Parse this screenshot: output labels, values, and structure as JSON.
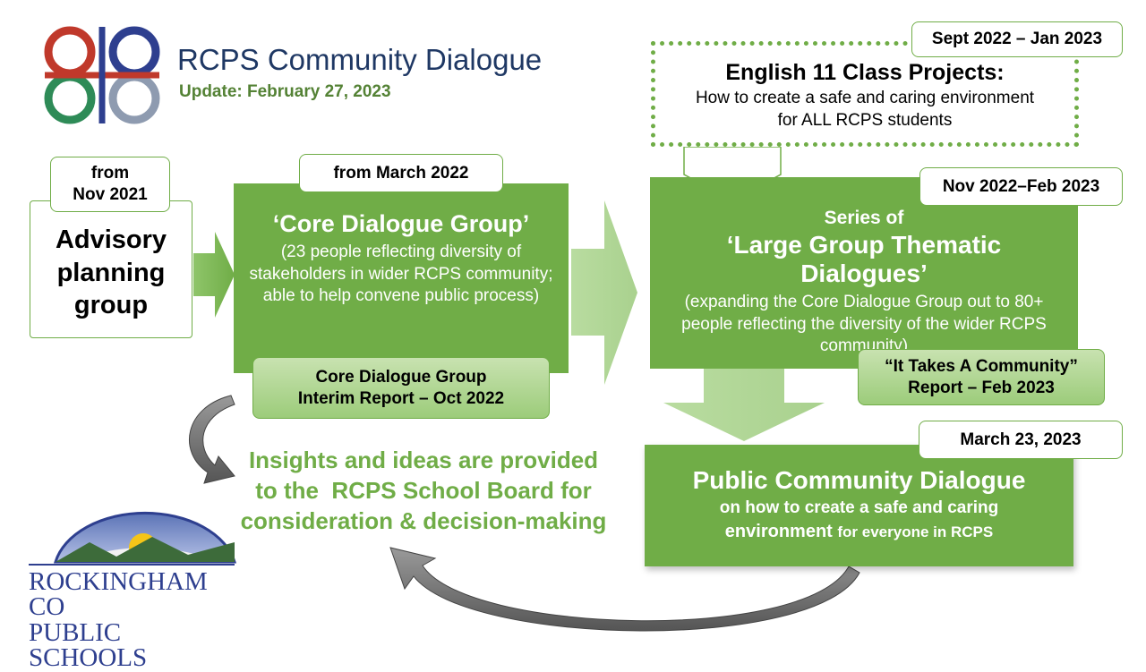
{
  "header": {
    "title": "RCPS Community Dialogue",
    "subtitle": "Update: February 27, 2023"
  },
  "advisory": {
    "tag_line1": "from",
    "tag_line2": "Nov 2021",
    "label_line1": "Advisory",
    "label_line2": "planning",
    "label_line3": "group"
  },
  "core": {
    "tag": "from March 2022",
    "heading": "‘Core Dialogue Group’",
    "body": "(23 people reflecting diversity of stakeholders in wider RCPS community; able to help convene public process)",
    "report_line1": "Core Dialogue Group",
    "report_line2": "Interim Report – Oct 2022"
  },
  "english": {
    "tag": "Sept 2022 – Jan 2023",
    "heading": "English 11 Class Projects:",
    "body_line1": "How to create a safe and caring environment",
    "body_line2": "for ALL RCPS students"
  },
  "large_group": {
    "tag": "Nov 2022–Feb 2023",
    "series": "Series of",
    "heading": "‘Large Group Thematic Dialogues’",
    "body": "(expanding the Core Dialogue Group out to 80+ people reflecting the diversity of the wider RCPS community)",
    "report_line1": "“It Takes A Community”",
    "report_line2": "Report – Feb 2023"
  },
  "public": {
    "tag": "March 23, 2023",
    "heading": "Public Community Dialogue",
    "body_line1": "on how to create a safe and caring",
    "body_line2a": "environment ",
    "body_line2b": "for everyone in RCPS"
  },
  "insights": {
    "line1": "Insights and ideas are provided",
    "line2": "to the  RCPS School Board for",
    "line3": "consideration & decision-making"
  },
  "school_logo": {
    "line1": "ROCKINGHAM CO",
    "line2": "PUBLIC SCHOOLS"
  },
  "colors": {
    "green": "#70ad47",
    "dark_green": "#548235",
    "light_green": "#a9d18e",
    "navy": "#1f3864",
    "gray_arrow": "#808080"
  }
}
